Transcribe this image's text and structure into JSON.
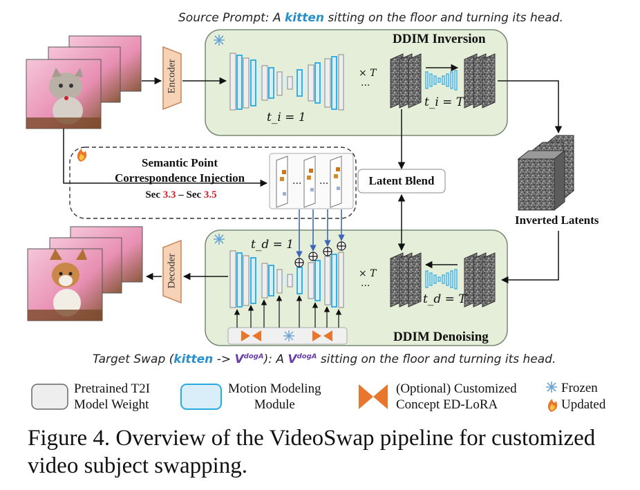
{
  "source_prompt": {
    "prefix": "Source Prompt: A ",
    "highlight": "kitten",
    "suffix": " sitting on the floor and turning its head."
  },
  "target_prompt": {
    "prefix": "Target Swap (",
    "highlight_src": "kitten",
    "arrow": " -> ",
    "v1": "V",
    "sup1": "dogA",
    "mid": "): A ",
    "v2": "V",
    "sup2": "dogA",
    "suffix": " sitting on the floor and turning its head."
  },
  "encoder_label": "Encoder",
  "decoder_label": "Decoder",
  "ddim_inversion_label": "DDIM Inversion",
  "ddim_denoising_label": "DDIM Denoising",
  "ti_one": "t_i = 1",
  "ti_T": "t_i = T",
  "td_one": "t_d = 1",
  "td_T": "t_d = T",
  "times_T_top": "× T",
  "times_T_bottom": "× T",
  "dots": "...",
  "spci_title_line1": "Semantic Point",
  "spci_title_line2": "Correspondence Injection",
  "spci_sec_prefix": "Sec ",
  "spci_sec_a": "3.3",
  "spci_sec_mid": " – Sec ",
  "spci_sec_b": "3.5",
  "latent_blend": "Latent Blend",
  "inverted_latents": "Inverted Latents",
  "legend": {
    "pretrained_line1": "Pretrained T2I",
    "pretrained_line2": "Model Weight",
    "motion_line1": "Motion Modeling",
    "motion_line2": "Module",
    "lora_line1": "(Optional) Customized",
    "lora_line2": "Concept ED-LoRA",
    "frozen": "Frozen",
    "updated": "Updated"
  },
  "caption_line1": "Figure 4.  Overview of the VideoSwap pipeline for customized",
  "caption_line2": "video subject swapping.",
  "colors": {
    "green_panel": "#e4eed8",
    "green_border": "#7a8a74",
    "blue_module": "#27a9e1",
    "blue_fill": "#d9eef9",
    "encoder_fill": "#f6d2b6",
    "encoder_stroke": "#c9845a",
    "lora_orange": "#e8762d",
    "arrow_blue": "#3f67b5",
    "red": "#d0202a"
  },
  "icons": [
    "snowflake-icon",
    "fire-icon",
    "kitten-video-frames",
    "dog-video-frames",
    "noise-latent-stacks"
  ]
}
